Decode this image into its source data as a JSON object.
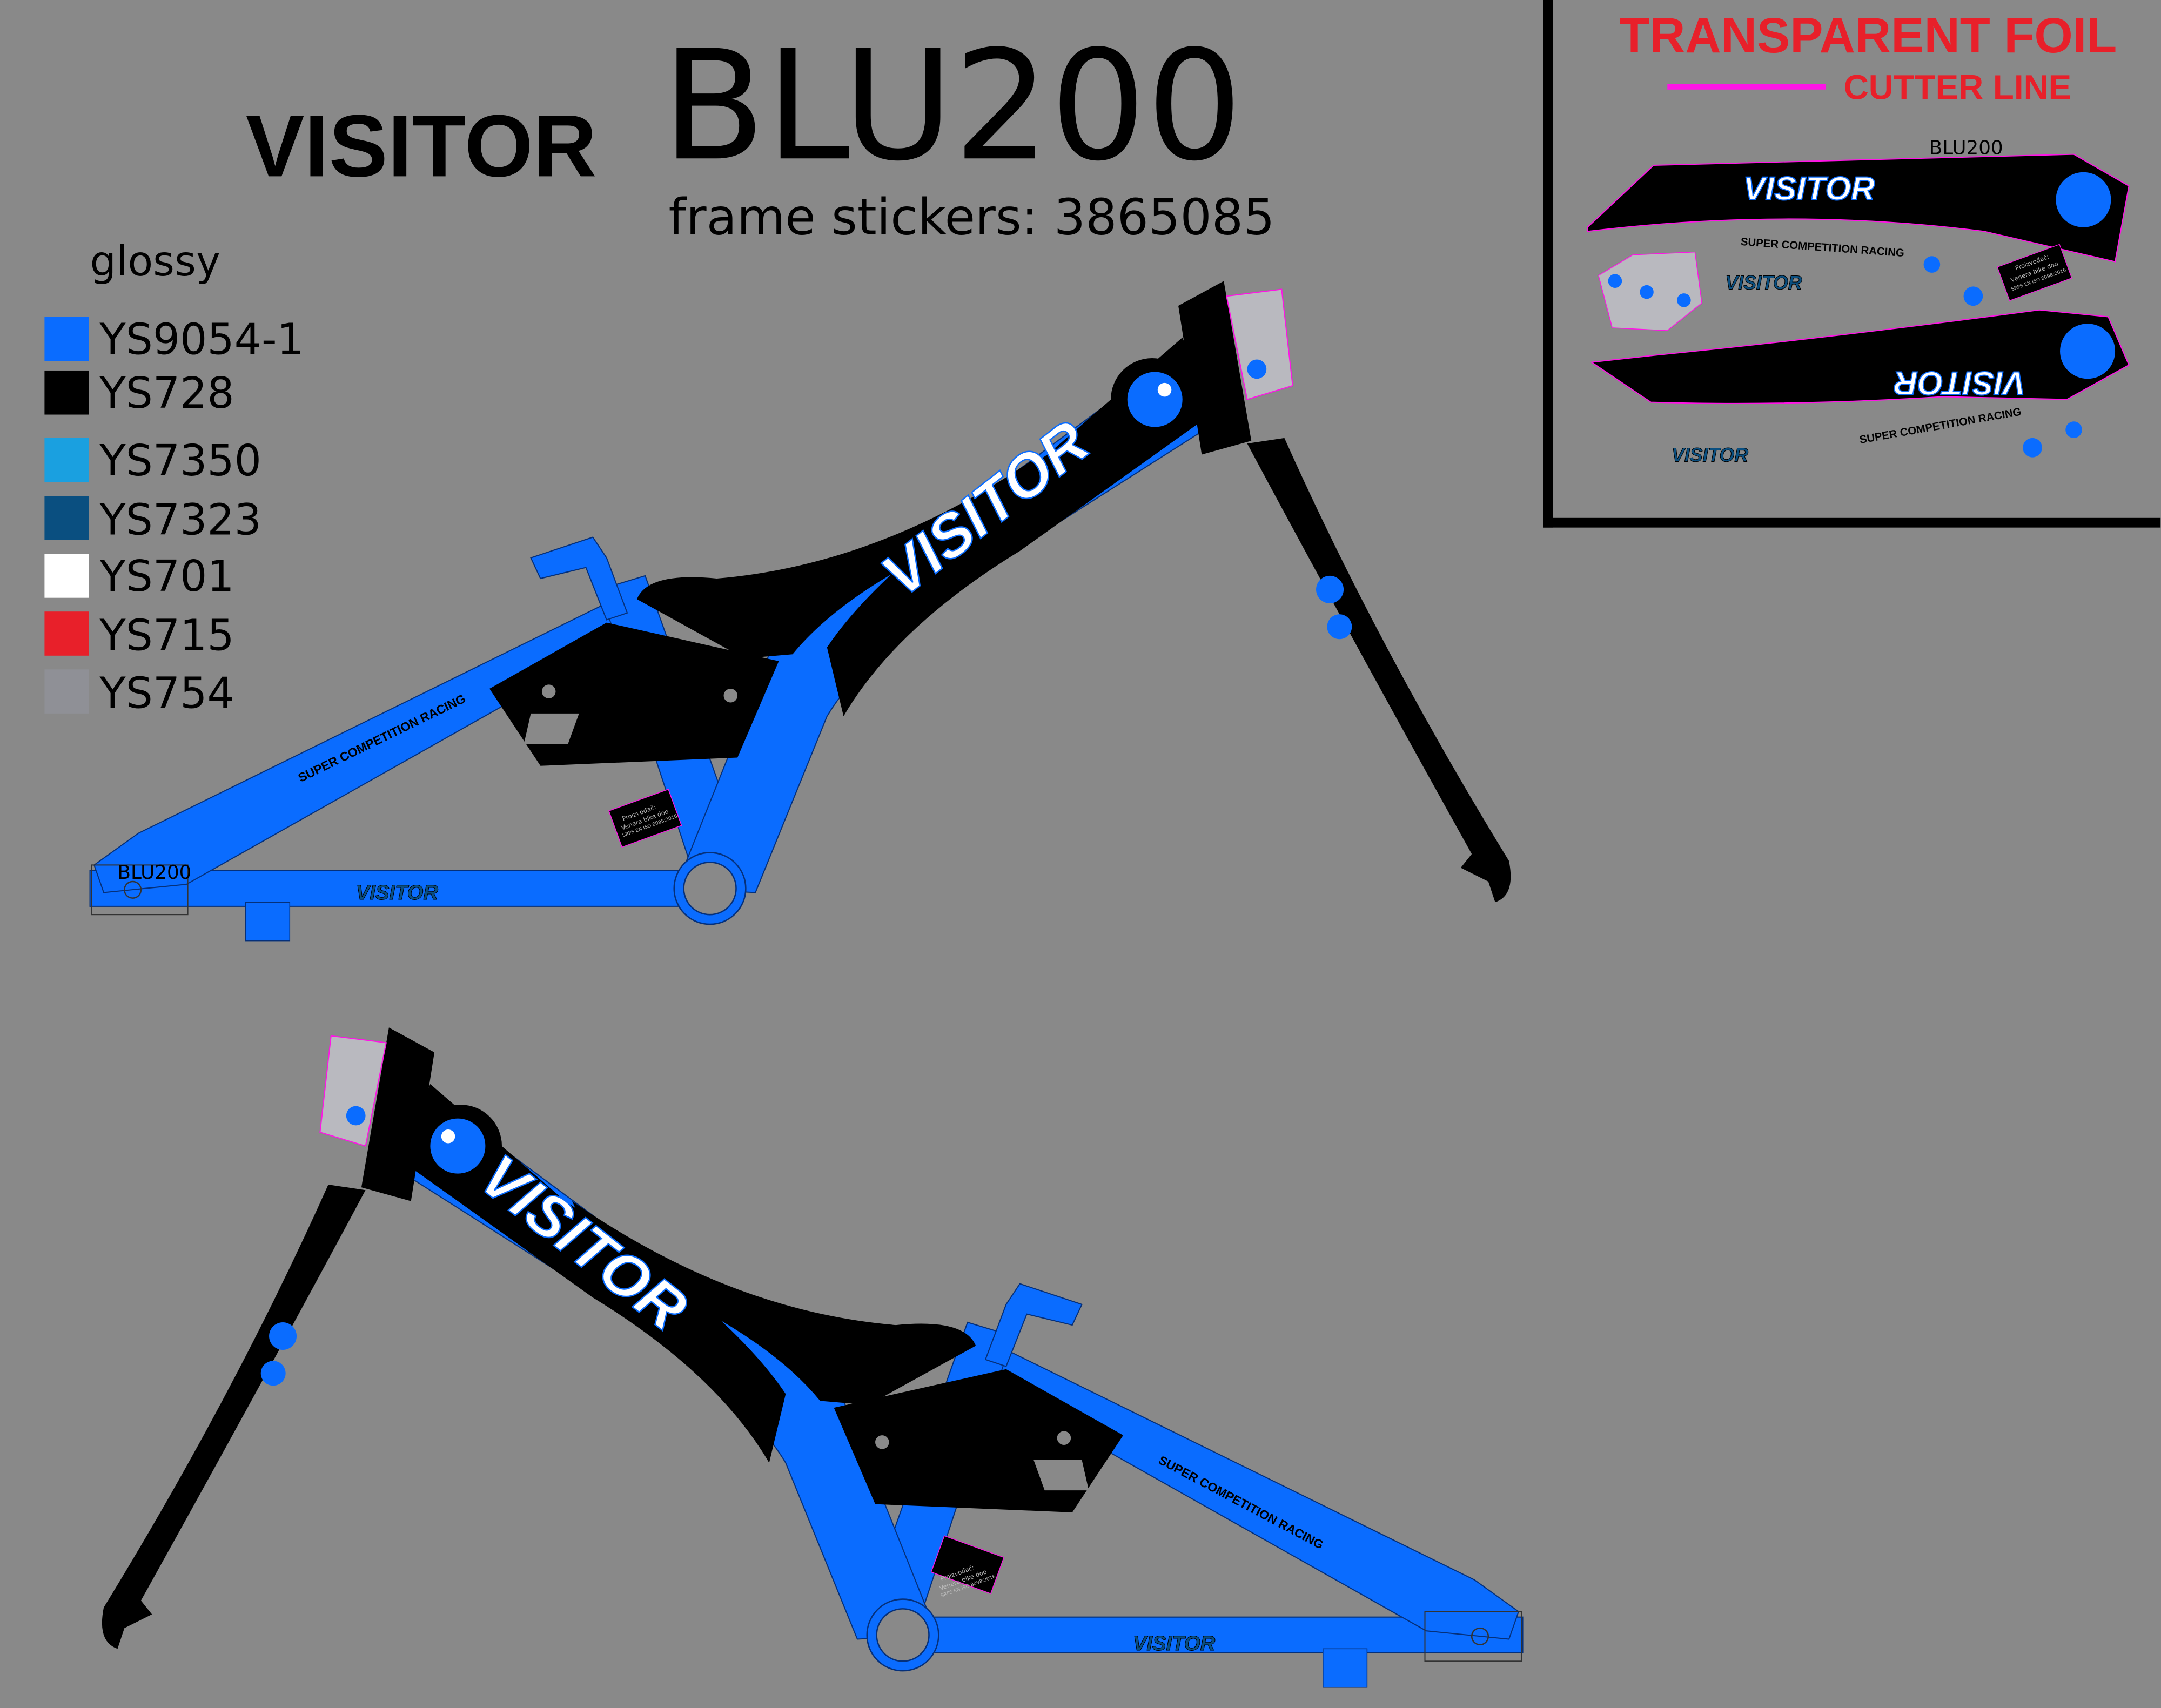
{
  "header": {
    "brand": "VISITOR",
    "model": "BLU200",
    "subtitle": "frame stickers: 3865085",
    "finish": "glossy"
  },
  "swatches": [
    {
      "code": "YS9054-1",
      "color": "#0a6cff"
    },
    {
      "code": "YS728",
      "color": "#000000"
    },
    {
      "code": "YS7350",
      "color": "#1aa0e0"
    },
    {
      "code": "YS7323",
      "color": "#0a4f80"
    },
    {
      "code": "YS701",
      "color": "#ffffff"
    },
    {
      "code": "YS715",
      "color": "#e8202a"
    },
    {
      "code": "YS754",
      "color": "#8f9096"
    }
  ],
  "panel": {
    "title": "TRANSPARENT FOIL",
    "legend": "CUTTER LINE",
    "cutter_color": "#ff14e6",
    "model": "BLU200"
  },
  "decals": {
    "logo": "VISITOR",
    "slogan": "SUPER COMPETITION RACING",
    "frame_model": "BLU200",
    "maker_label": [
      "Proizvođač:",
      "Venera bike doo",
      "SRPS EN ISO 8098:2016"
    ]
  },
  "colors": {
    "frame": "#0a6cff",
    "background": "#898989",
    "title_red": "#e8202a"
  }
}
